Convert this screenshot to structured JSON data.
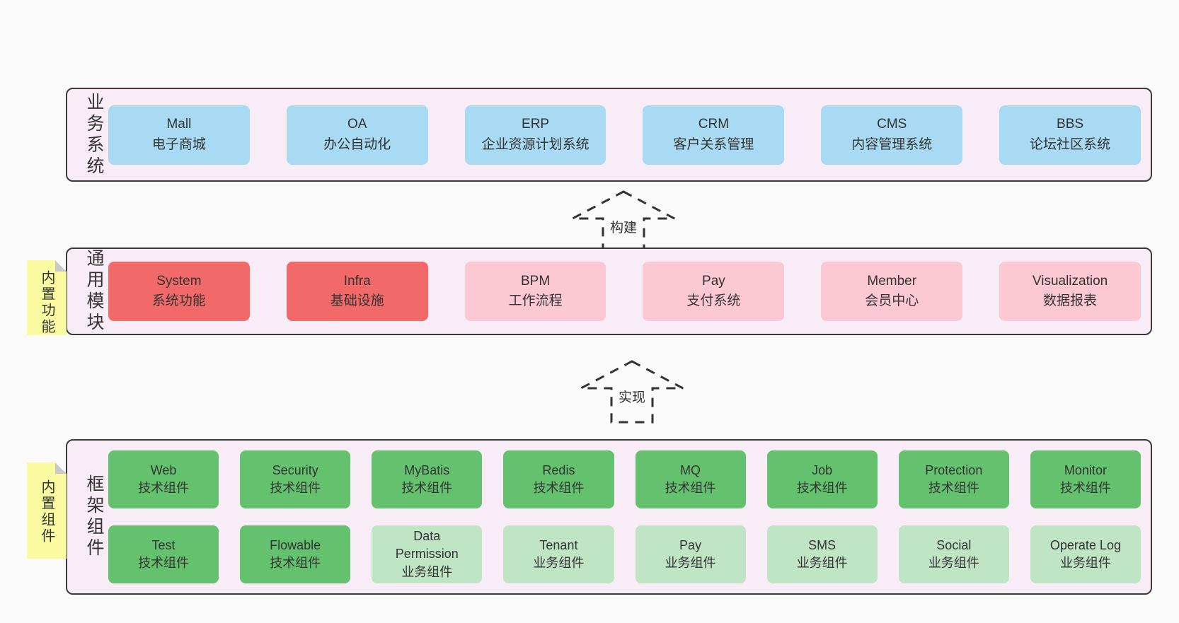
{
  "colors": {
    "page_background": "#fafafa",
    "layer_background": "#f8edf6",
    "layer_border": "#3a3a3a",
    "business_box": "#a9daf3",
    "highlight_module_box": "#f2696a",
    "module_box": "#fbc8d3",
    "tech_component_box": "#64c26e",
    "biz_component_box": "#bfe5c5",
    "sticky_note": "#fafaa1",
    "note_fold": "#c9c9c9",
    "text": "#333333"
  },
  "arrows": [
    {
      "label": "构建"
    },
    {
      "label": "实现"
    }
  ],
  "layers": [
    {
      "label": "业务系统",
      "boxes": [
        {
          "name": "Mall",
          "desc": "电子商城",
          "variant": "blue"
        },
        {
          "name": "OA",
          "desc": "办公自动化",
          "variant": "blue"
        },
        {
          "name": "ERP",
          "desc": "企业资源计划系统",
          "variant": "blue"
        },
        {
          "name": "CRM",
          "desc": "客户关系管理",
          "variant": "blue"
        },
        {
          "name": "CMS",
          "desc": "内容管理系统",
          "variant": "blue"
        },
        {
          "name": "BBS",
          "desc": "论坛社区系统",
          "variant": "blue"
        }
      ]
    },
    {
      "label": "通用模块",
      "note": "内置功能",
      "boxes": [
        {
          "name": "System",
          "desc": "系统功能",
          "variant": "red"
        },
        {
          "name": "Infra",
          "desc": "基础设施",
          "variant": "red"
        },
        {
          "name": "BPM",
          "desc": "工作流程",
          "variant": "pink"
        },
        {
          "name": "Pay",
          "desc": "支付系统",
          "variant": "pink"
        },
        {
          "name": "Member",
          "desc": "会员中心",
          "variant": "pink"
        },
        {
          "name": "Visualization",
          "desc": "数据报表",
          "variant": "pink"
        }
      ]
    },
    {
      "label": "框架组件",
      "note": "内置组件",
      "boxes": [
        {
          "name": "Web",
          "desc": "技术组件",
          "variant": "green"
        },
        {
          "name": "Security",
          "desc": "技术组件",
          "variant": "green"
        },
        {
          "name": "MyBatis",
          "desc": "技术组件",
          "variant": "green"
        },
        {
          "name": "Redis",
          "desc": "技术组件",
          "variant": "green"
        },
        {
          "name": "MQ",
          "desc": "技术组件",
          "variant": "green"
        },
        {
          "name": "Job",
          "desc": "技术组件",
          "variant": "green"
        },
        {
          "name": "Protection",
          "desc": "技术组件",
          "variant": "green"
        },
        {
          "name": "Monitor",
          "desc": "技术组件",
          "variant": "green"
        },
        {
          "name": "Test",
          "desc": "技术组件",
          "variant": "green"
        },
        {
          "name": "Flowable",
          "desc": "技术组件",
          "variant": "green"
        },
        {
          "name": "Data\nPermission",
          "desc": "业务组件",
          "variant": "lgreen"
        },
        {
          "name": "Tenant",
          "desc": "业务组件",
          "variant": "lgreen"
        },
        {
          "name": "Pay",
          "desc": "业务组件",
          "variant": "lgreen"
        },
        {
          "name": "SMS",
          "desc": "业务组件",
          "variant": "lgreen"
        },
        {
          "name": "Social",
          "desc": "业务组件",
          "variant": "lgreen"
        },
        {
          "name": "Operate Log",
          "desc": "业务组件",
          "variant": "lgreen"
        }
      ]
    }
  ]
}
